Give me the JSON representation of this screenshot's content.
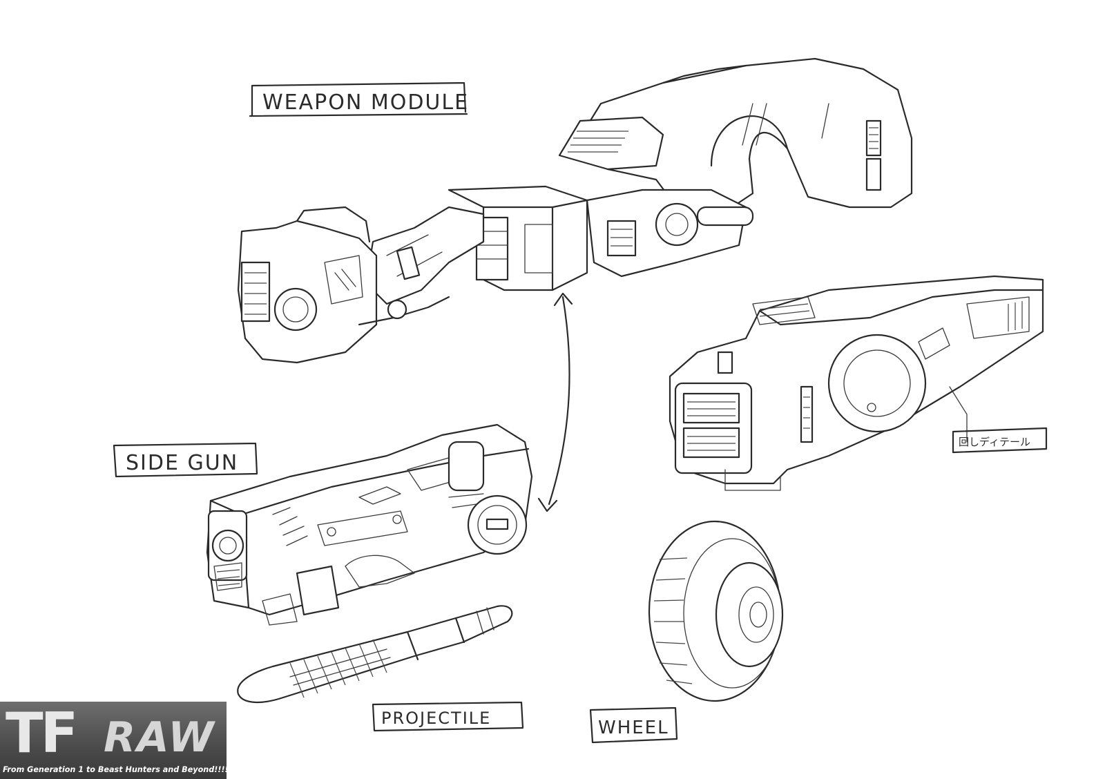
{
  "labels": {
    "weapon_module": "WEAPON MODULE",
    "side_gun": "SIDE GUN",
    "projectile": "PROJECTILE",
    "wheel": "WHEEL",
    "detail_note": "回しディテール"
  },
  "watermark": {
    "mark": "TF",
    "name": "RAW",
    "tagline": "From Generation 1 to Beast Hunters and Beyond!!!!"
  },
  "colors": {
    "paper": "#ffffff",
    "ink": "#2a2a2a",
    "logo_bg": "#555555"
  }
}
